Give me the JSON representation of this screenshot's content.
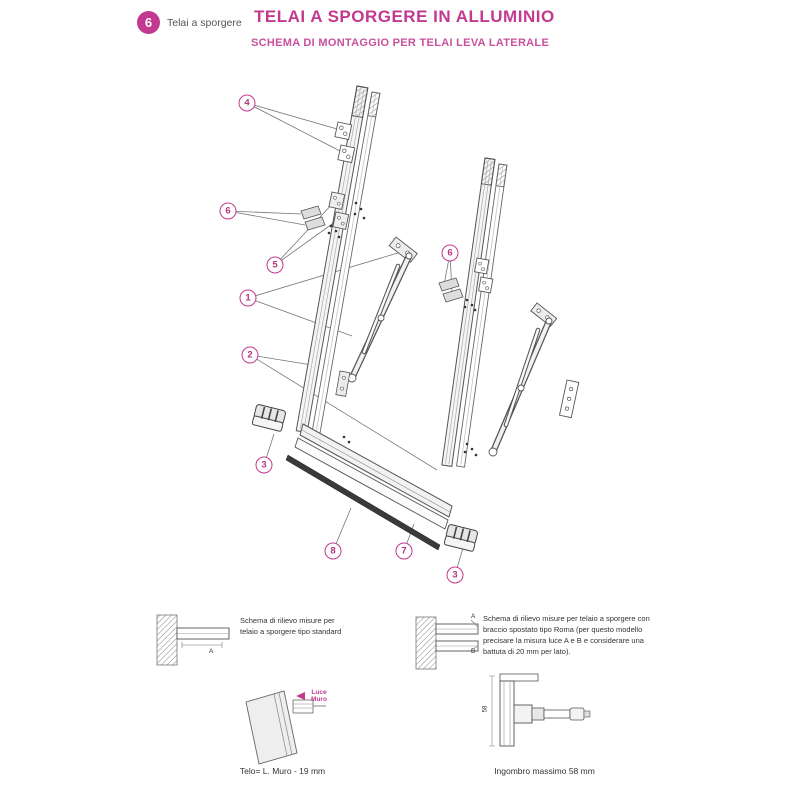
{
  "page": {
    "badge_number": "6",
    "badge_label": "Telai a sporgere",
    "title": "TELAI A SPORGERE IN ALLUMINIO",
    "subtitle": "SCHEMA DI MONTAGGIO PER TELAI LEVA LATERALE",
    "accent_color": "#c23a8f"
  },
  "callouts": [
    {
      "label": "4"
    },
    {
      "label": "6"
    },
    {
      "label": "5"
    },
    {
      "label": "1"
    },
    {
      "label": "2"
    },
    {
      "label": "6"
    },
    {
      "label": "3"
    },
    {
      "label": "8"
    },
    {
      "label": "7"
    },
    {
      "label": "3"
    }
  ],
  "footnotes": {
    "standard_caption": "Schema di rilievo misure per telaio a sporgere tipo standard",
    "roma_caption": "Schema di rilievo misure per telaio a sporgere con braccio spostato tipo Roma (per questo modello precisare la misura luce A e B e considerare una battuta di 20 mm per lato).",
    "telo_caption": "Telo= L. Muro - 19 mm",
    "ingombro_caption": "Ingombro massimo 58 mm",
    "luce_muro_label": "Luce Muro",
    "dim_a": "A",
    "dim_b": "B",
    "dim_58": "58"
  }
}
